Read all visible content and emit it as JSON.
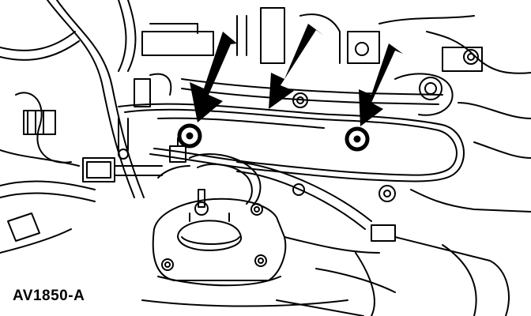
{
  "figure": {
    "label": "AV1850-A",
    "line_color": "#000000",
    "background_color": "#ffffff",
    "callout_arrows": 3,
    "highlighted_fasteners": 2
  }
}
